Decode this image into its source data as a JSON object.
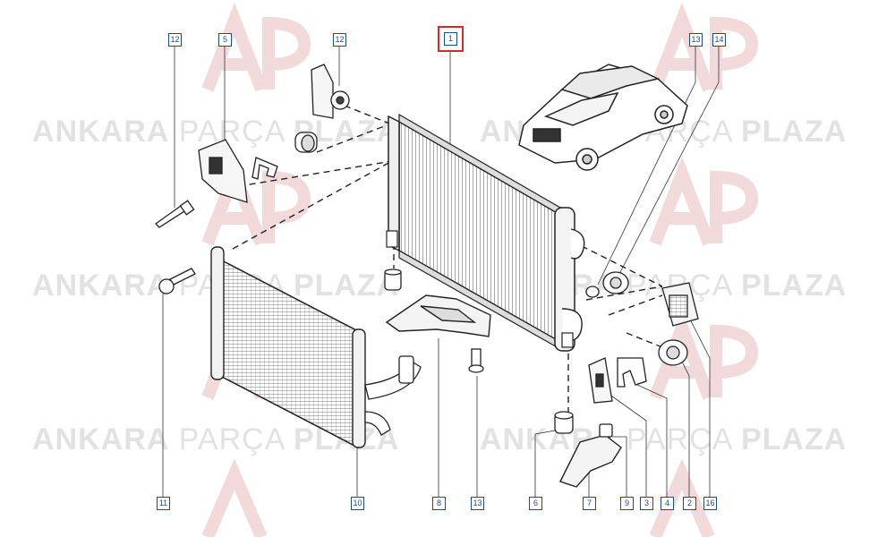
{
  "watermark": {
    "brand_1": "ANKARA",
    "brand_2": "PARÇA",
    "brand_3": "PLAZA",
    "logo_letters": "AP",
    "color": "#e2e2e2",
    "logo_color": "#f2d6d6"
  },
  "colors": {
    "callout_border": "#1c4f7a",
    "highlight": "#d42a2a",
    "line": "#333333"
  },
  "callouts": [
    {
      "label": "12",
      "name": "callout-12-left"
    },
    {
      "label": "5",
      "name": "callout-5"
    },
    {
      "label": "12",
      "name": "callout-12-top"
    },
    {
      "label": "1",
      "name": "callout-1",
      "highlighted": true
    },
    {
      "label": "13",
      "name": "callout-13-top"
    },
    {
      "label": "14",
      "name": "callout-14-top"
    },
    {
      "label": "11",
      "name": "callout-11"
    },
    {
      "label": "10",
      "name": "callout-10"
    },
    {
      "label": "8",
      "name": "callout-8"
    },
    {
      "label": "13",
      "name": "callout-13-bottom"
    },
    {
      "label": "6",
      "name": "callout-6"
    },
    {
      "label": "7",
      "name": "callout-7"
    },
    {
      "label": "9",
      "name": "callout-9"
    },
    {
      "label": "3",
      "name": "callout-3"
    },
    {
      "label": "4",
      "name": "callout-4"
    },
    {
      "label": "2",
      "name": "callout-2"
    },
    {
      "label": "16",
      "name": "callout-16"
    }
  ]
}
